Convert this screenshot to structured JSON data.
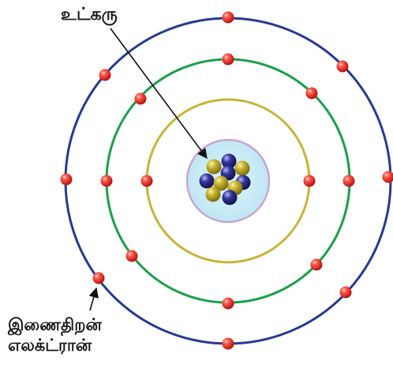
{
  "labels": {
    "nucleus": "உட்கரு",
    "valence_line1": "இணைதிறன்",
    "valence_line2": "எலக்ட்ரான்"
  },
  "colors": {
    "inner_orbit": "#c8b438",
    "middle_orbit": "#1aa04a",
    "outer_orbit": "#253a92",
    "nucleus_fill": "#c9ecf7",
    "nucleus_border": "#c9a6cf",
    "proton": "#bca820",
    "neutron": "#2e2f8c",
    "electron": "#e81e1e",
    "arrow": "#111111"
  },
  "orbits": [
    {
      "name": "shell-1",
      "electrons": 2
    },
    {
      "name": "shell-2",
      "electrons": 8
    },
    {
      "name": "shell-3",
      "electrons": 8
    }
  ]
}
